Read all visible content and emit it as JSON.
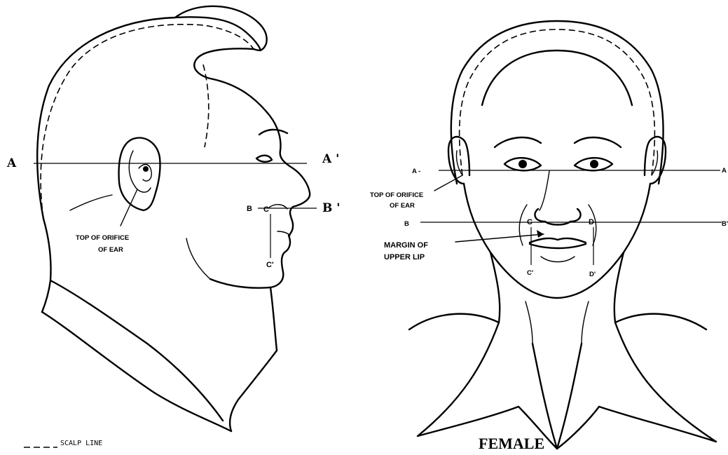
{
  "profile": {
    "letter_a": "A",
    "letter_a_prime": "A '",
    "letter_b": "B",
    "letter_b_prime": "B '",
    "letter_c": "C",
    "letter_c_prime": "C'",
    "ear_label_line1": "TOP OF ORIFICE",
    "ear_label_line2": "OF EAR"
  },
  "front": {
    "letter_a": "A -",
    "letter_a_right": "A",
    "ear_label_line1": "TOP OF ORIFICE",
    "ear_label_line2": "OF EAR",
    "letter_b": "B",
    "letter_b_right": "B'",
    "letter_c": "C",
    "letter_d": "D",
    "letter_c_prime": "C'",
    "letter_d_prime": "D'",
    "lip_label_line1": "MARGIN OF",
    "lip_label_line2": "UPPER LIP"
  },
  "legend": {
    "scalp_line": "SCALP LINE"
  },
  "caption": {
    "female": "FEMALE"
  }
}
